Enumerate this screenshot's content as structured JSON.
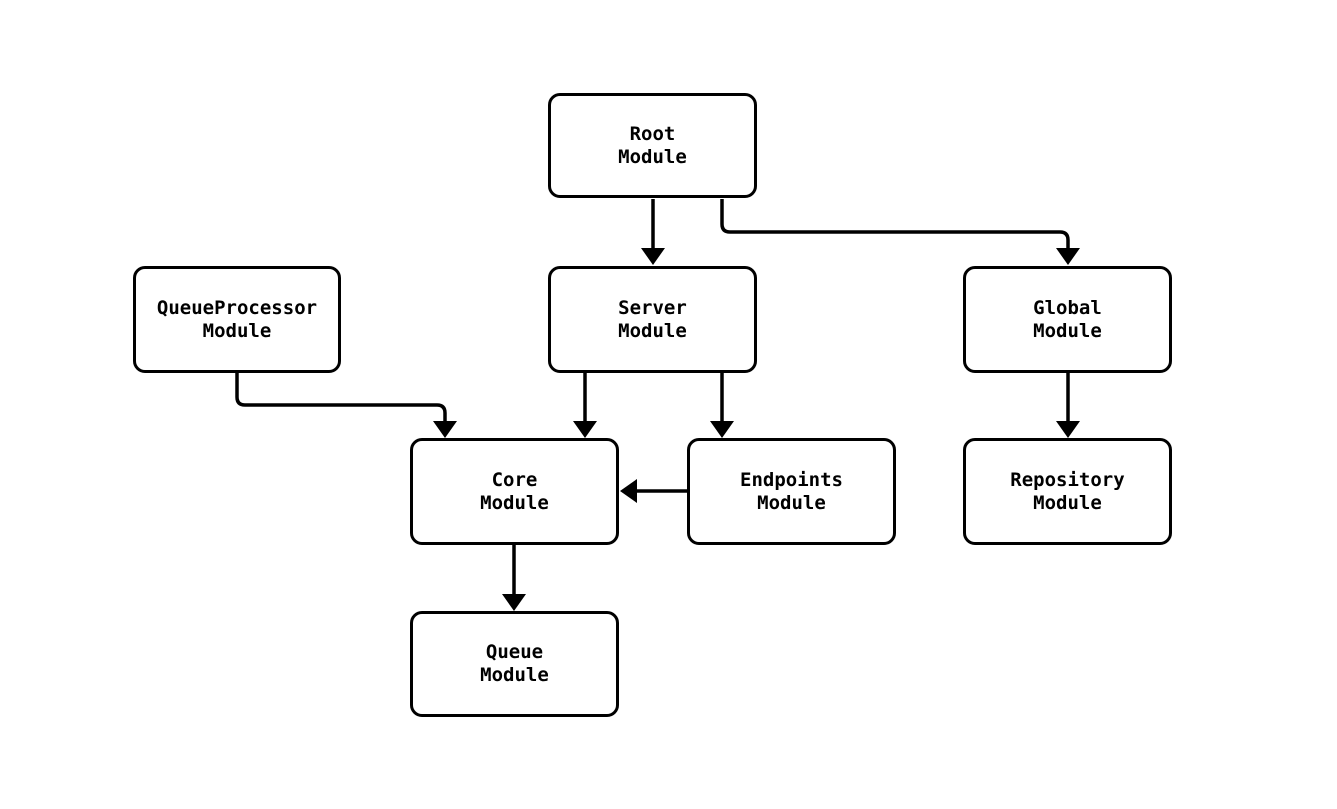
{
  "diagram": {
    "type": "flowchart",
    "direction": "top-down",
    "background_color": "#ffffff",
    "node_fill_color": "#ffffff",
    "node_border_color": "#000000",
    "edge_color": "#000000",
    "text_color": "#000000",
    "nodes": [
      {
        "id": "root",
        "label": "Root Module",
        "line1": "Root",
        "line2": "Module"
      },
      {
        "id": "queueProcessor",
        "label": "QueueProcessor Module",
        "line1": "QueueProcessor",
        "line2": "Module"
      },
      {
        "id": "server",
        "label": "Server Module",
        "line1": "Server",
        "line2": "Module"
      },
      {
        "id": "global",
        "label": "Global Module",
        "line1": "Global",
        "line2": "Module"
      },
      {
        "id": "core",
        "label": "Core Module",
        "line1": "Core",
        "line2": "Module"
      },
      {
        "id": "endpoints",
        "label": "Endpoints Module",
        "line1": "Endpoints",
        "line2": "Module"
      },
      {
        "id": "repository",
        "label": "Repository Module",
        "line1": "Repository",
        "line2": "Module"
      },
      {
        "id": "queue",
        "label": "Queue Module",
        "line1": "Queue",
        "line2": "Module"
      }
    ],
    "edges": [
      {
        "from": "root",
        "to": "server"
      },
      {
        "from": "root",
        "to": "global"
      },
      {
        "from": "queueProcessor",
        "to": "core"
      },
      {
        "from": "server",
        "to": "core"
      },
      {
        "from": "server",
        "to": "endpoints"
      },
      {
        "from": "endpoints",
        "to": "core"
      },
      {
        "from": "global",
        "to": "repository"
      },
      {
        "from": "core",
        "to": "queue"
      }
    ]
  }
}
